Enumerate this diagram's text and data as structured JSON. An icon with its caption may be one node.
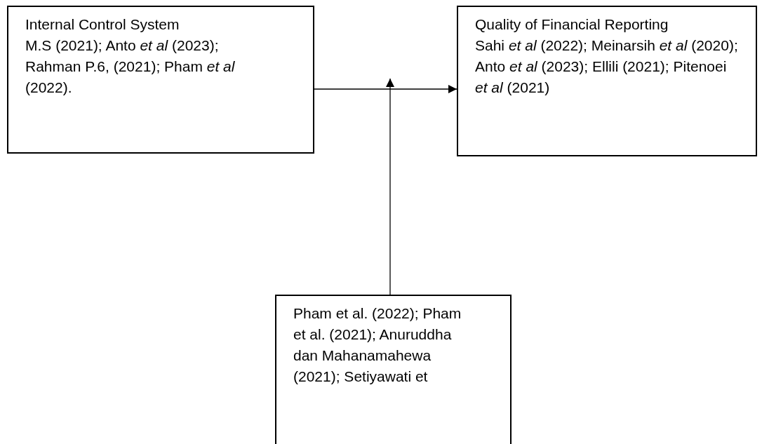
{
  "diagram": {
    "nodes": [
      {
        "text": [
          "Internal Control System",
          "M.S (2021); Anto *et al* (2023); Rahman P.6, (2021); Pham *et al* (2022)."
        ]
      },
      {
        "text": [
          "Quality of Financial Reporting",
          "Sahi *et al* (2022); Meinarsih *et al* (2020); Anto *et al* (2023); Ellili (2021); Pitenoei *et al* (2021)"
        ]
      },
      {
        "text": [
          "Pham et al. (2022); Pham et al. (2021); Anuruddha dan Mahanamahewa (2021); Setiyawati et"
        ]
      }
    ],
    "edges": [
      {
        "from": 0,
        "to": 1,
        "arrow": "to"
      },
      {
        "from": 2,
        "to": null,
        "arrow": "to"
      }
    ]
  }
}
